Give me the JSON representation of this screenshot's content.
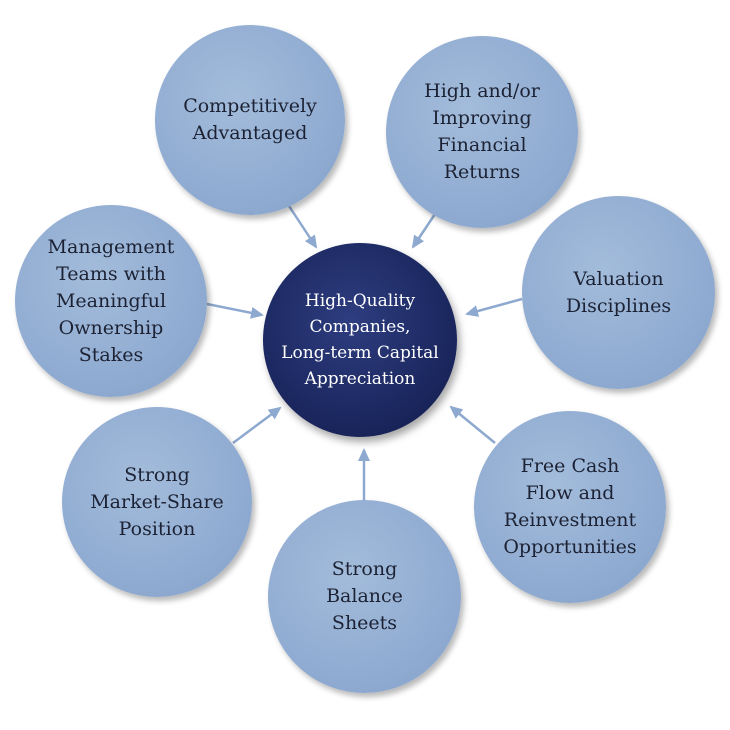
{
  "diagram": {
    "center": {
      "label": "High-Quality\nCompanies,\nLong-term Capital\nAppreciation",
      "fill": "#1d2a63"
    },
    "satellites": [
      {
        "id": "competitive",
        "label": "Competitively\nAdvantaged"
      },
      {
        "id": "returns",
        "label": "High and/or\nImproving\nFinancial\nReturns"
      },
      {
        "id": "valuation",
        "label": "Valuation\nDisciplines"
      },
      {
        "id": "cashflow",
        "label": "Free Cash\nFlow and\nReinvestment\nOpportunities"
      },
      {
        "id": "balance",
        "label": "Strong\nBalance\nSheets"
      },
      {
        "id": "market",
        "label": "Strong\nMarket-Share\nPosition"
      },
      {
        "id": "management",
        "label": "Management\nTeams with\nMeaningful\nOwnership\nStakes"
      }
    ],
    "colors": {
      "satellite_fill": "#91acd2",
      "arrow": "#8ea9cf",
      "center_text": "#ffffff",
      "satellite_text": "#1c2233"
    }
  }
}
